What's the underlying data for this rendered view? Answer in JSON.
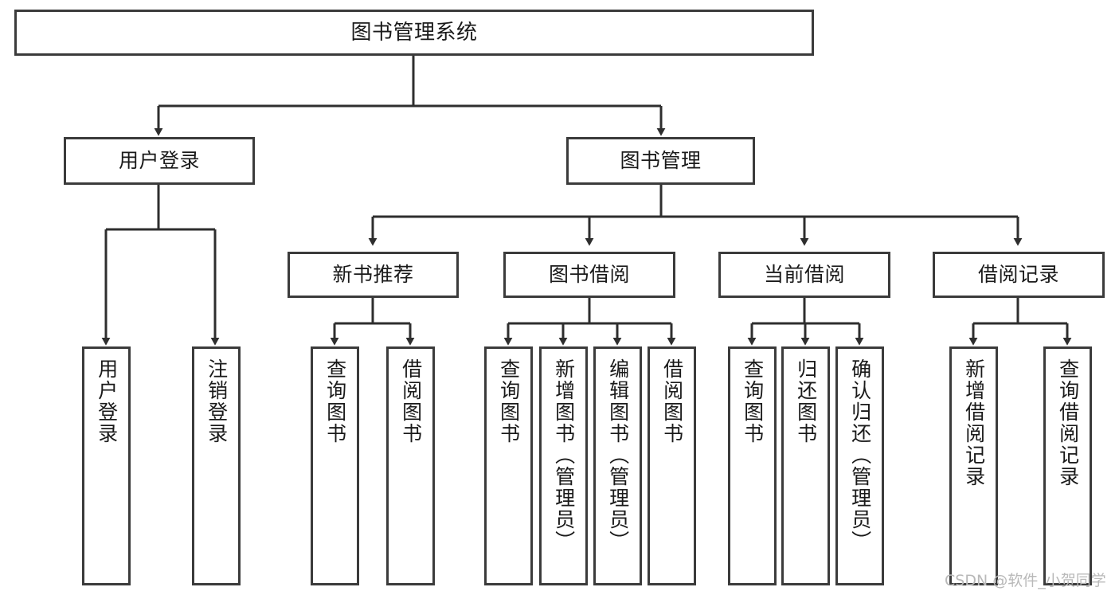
{
  "diagram": {
    "title": "图书管理系统",
    "type": "tree-hierarchy",
    "background_color": "#ffffff",
    "border_color": "#3b3b3b",
    "text_color": "#1a1a1a",
    "watermark": "CSDN @软件_小贺同学",
    "nodes": {
      "root": {
        "label": "图书管理系统"
      },
      "level1": [
        {
          "label": "用户登录"
        },
        {
          "label": "图书管理"
        }
      ],
      "level2": [
        {
          "label": "新书推荐"
        },
        {
          "label": "图书借阅"
        },
        {
          "label": "当前借阅"
        },
        {
          "label": "借阅记录"
        }
      ],
      "leaves": {
        "user_login": [
          {
            "label": "用户登录"
          },
          {
            "label": "注销登录"
          }
        ],
        "new_book_recommend": [
          {
            "label": "查询图书"
          },
          {
            "label": "借阅图书"
          }
        ],
        "book_borrow": [
          {
            "label": "查询图书"
          },
          {
            "label": "新增图书（管理员）"
          },
          {
            "label": "编辑图书（管理员）"
          },
          {
            "label": "借阅图书"
          }
        ],
        "current_borrow": [
          {
            "label": "查询图书"
          },
          {
            "label": "归还图书"
          },
          {
            "label": "确认归还（管理员）"
          }
        ],
        "borrow_record": [
          {
            "label": "新增借阅记录"
          },
          {
            "label": "查询借阅记录"
          }
        ]
      }
    }
  }
}
